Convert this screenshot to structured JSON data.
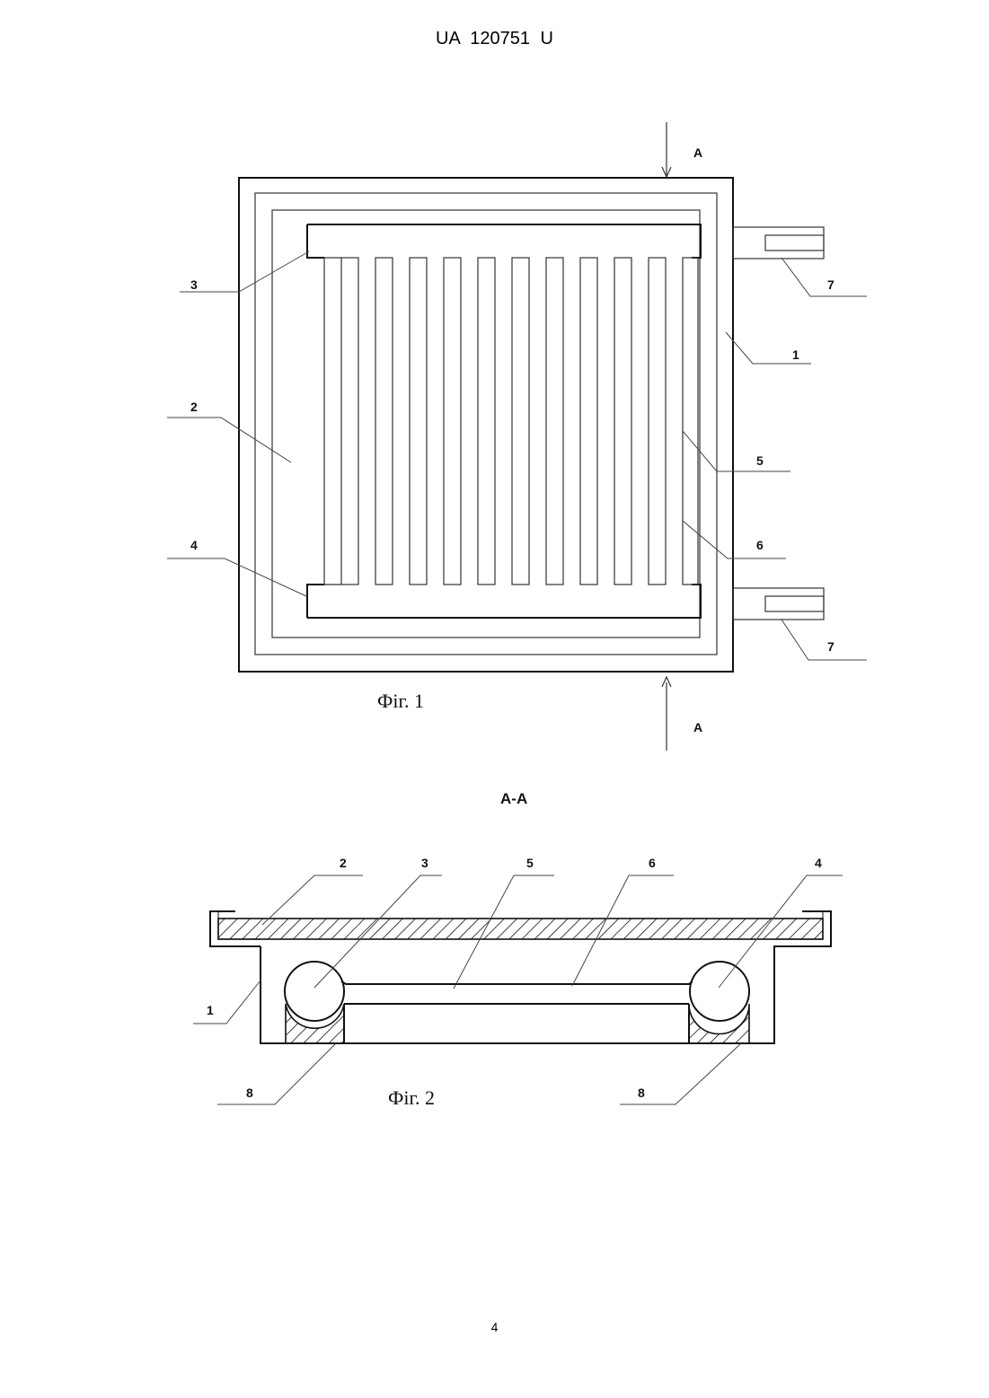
{
  "header": {
    "doc_id": "UA   120751   U"
  },
  "figure1": {
    "caption": "Фіг. 1",
    "section_marker": "А",
    "labels": {
      "l1": "1",
      "l2": "2",
      "l3": "3",
      "l4": "4",
      "l5": "5",
      "l6": "6",
      "l7": "7"
    }
  },
  "figure2": {
    "section_title": "А-А",
    "caption": "Фіг. 2",
    "labels": {
      "l1": "1",
      "l2": "2",
      "l3": "3",
      "l4": "4",
      "l5": "5",
      "l6": "6",
      "l8": "8"
    }
  },
  "footer": {
    "page_number": "4"
  }
}
